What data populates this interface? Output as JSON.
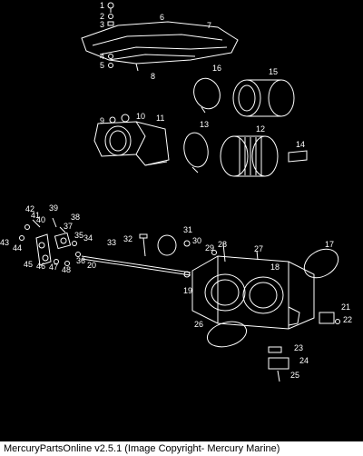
{
  "footer": {
    "caption": "MercuryPartsOnline v2.5.1 (Image Copyright- Mercury Marine)"
  },
  "colors": {
    "background": "#000000",
    "line": "#ffffff",
    "footer_bg": "#ffffff",
    "footer_text": "#000000"
  },
  "callouts": [
    "1",
    "2",
    "3",
    "4",
    "5",
    "6",
    "7",
    "8",
    "9",
    "10",
    "11",
    "12",
    "13",
    "14",
    "15",
    "16",
    "17",
    "18",
    "19",
    "20",
    "21",
    "22",
    "23",
    "24",
    "25",
    "26",
    "27",
    "28",
    "29",
    "30",
    "31",
    "32",
    "33",
    "34",
    "35",
    "36",
    "37",
    "38",
    "39",
    "40",
    "41",
    "42",
    "43",
    "44",
    "45",
    "46",
    "47",
    "48"
  ]
}
